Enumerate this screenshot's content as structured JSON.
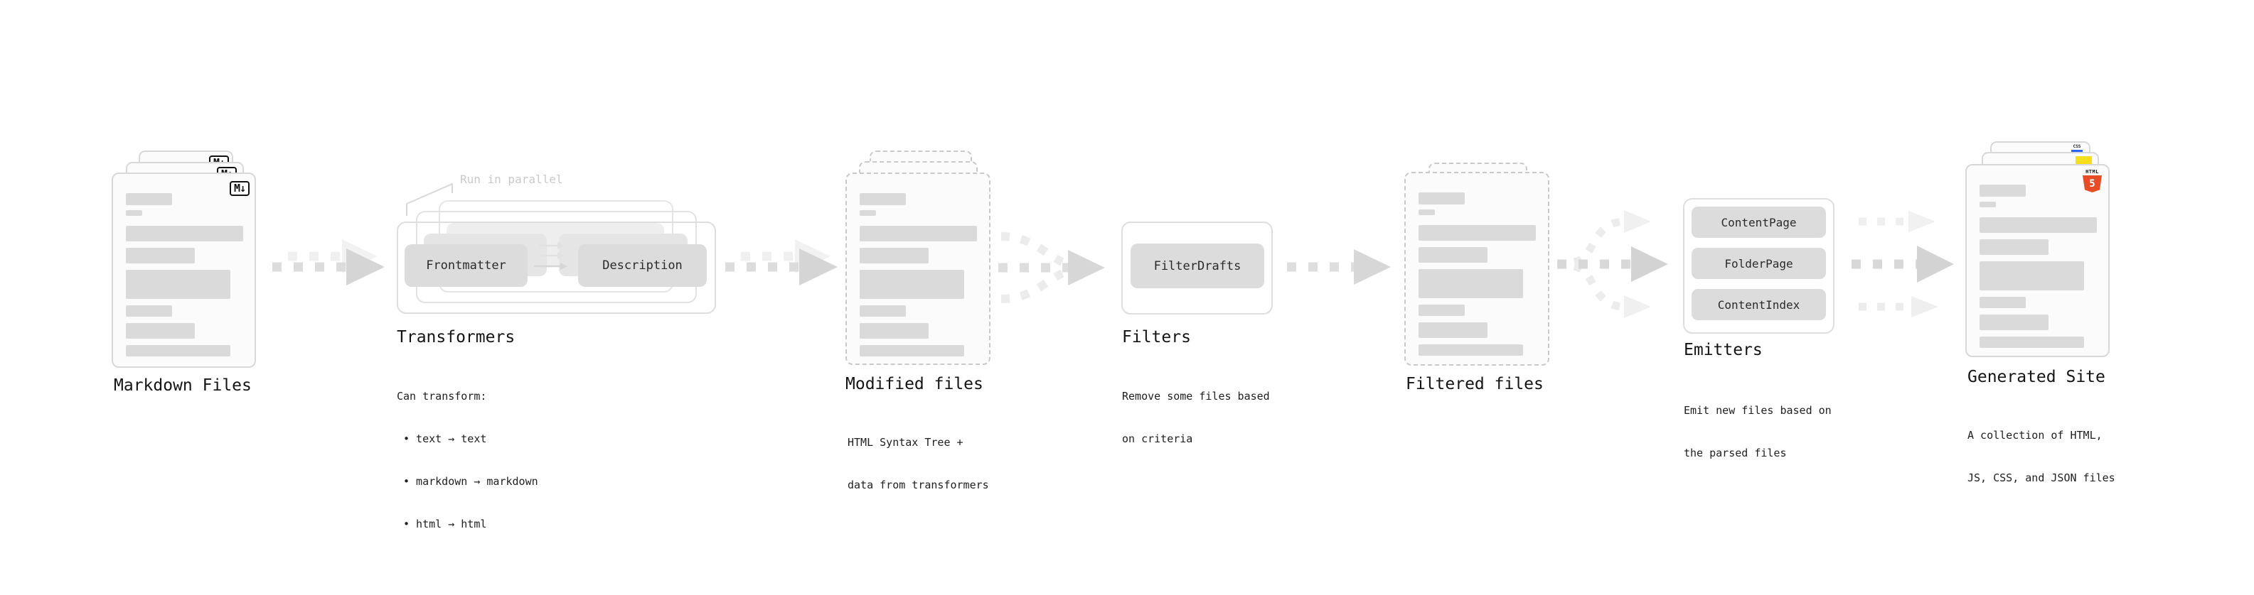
{
  "stages": {
    "markdown_files": {
      "label": "Markdown Files",
      "badge": "M↓"
    },
    "transformers": {
      "label": "Transformers",
      "annotation": "Run in parallel",
      "pill_from": "Frontmatter",
      "pill_to": "Description",
      "desc_lines": [
        "Can transform:",
        "• text → text",
        "• markdown → markdown",
        "• html → html"
      ]
    },
    "modified_files": {
      "label": "Modified files",
      "desc_lines": [
        "HTML Syntax Tree +",
        "data from transformers"
      ]
    },
    "filters": {
      "label": "Filters",
      "pill": "FilterDrafts",
      "desc_lines": [
        "Remove some files based",
        "on criteria"
      ]
    },
    "filtered_files": {
      "label": "Filtered files"
    },
    "emitters": {
      "label": "Emitters",
      "pills": [
        "ContentPage",
        "FolderPage",
        "ContentIndex"
      ],
      "desc_lines": [
        "Emit new files based on",
        "the parsed files"
      ]
    },
    "generated_site": {
      "label": "Generated Site",
      "desc_lines": [
        "A collection of HTML,",
        "JS, CSS, and JSON files"
      ],
      "logos": {
        "css": "CSS",
        "html_top": "HTML",
        "html_number": "5"
      }
    }
  },
  "colors": {
    "html5_orange": "#e64d26",
    "js_yellow": "#f7df1e",
    "css_blue": "#2965f1",
    "pill_gray": "#dcdcdc",
    "arrow_gray": "#d8d8d8",
    "card_border": "#d8d8d8"
  }
}
